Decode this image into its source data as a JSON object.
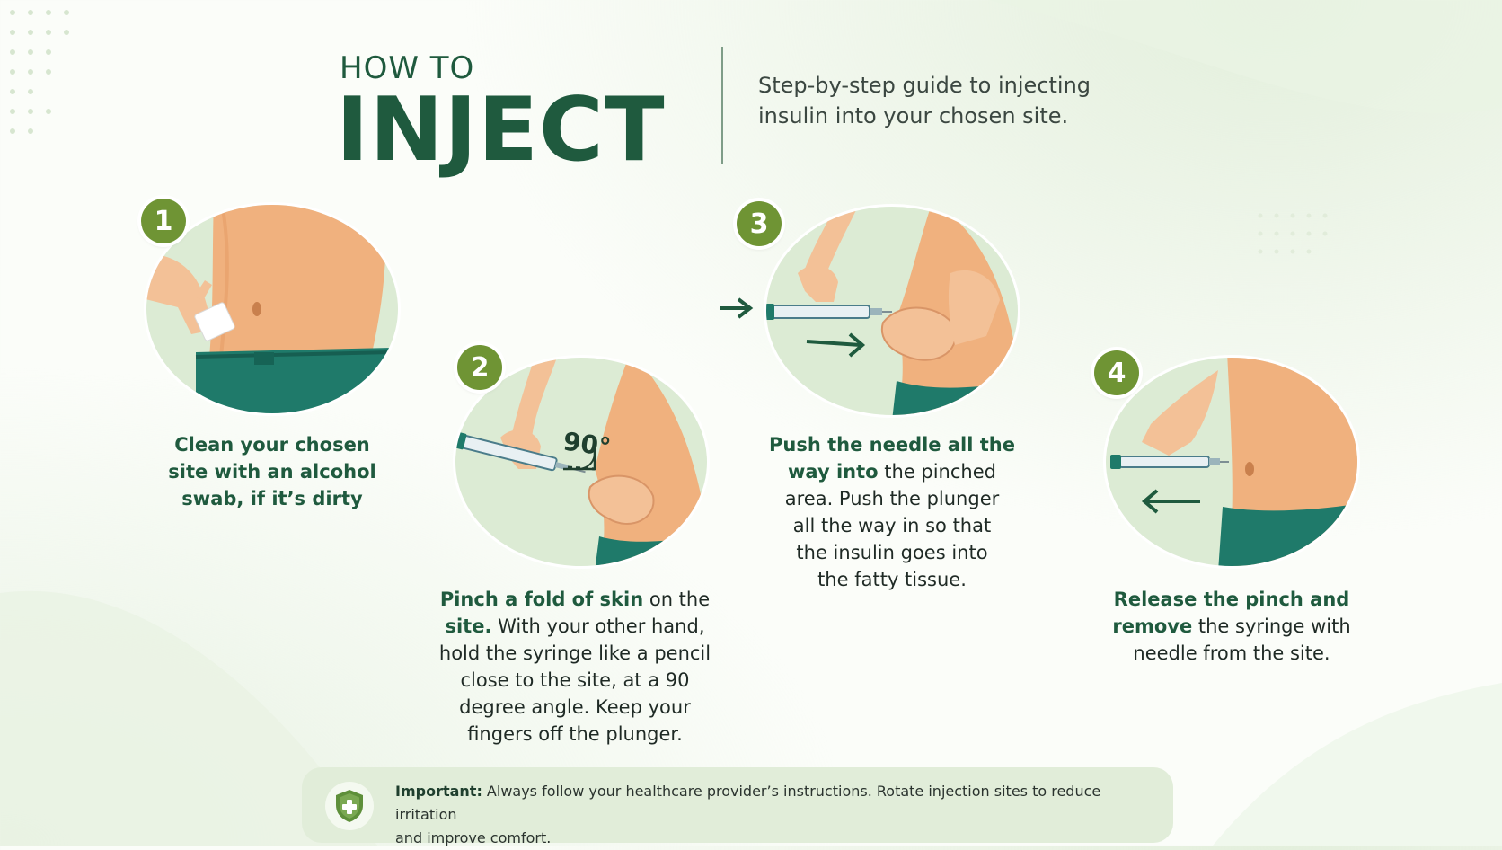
{
  "header": {
    "title_small": "HOW TO",
    "title_big": "INJECT",
    "subtitle_line1": "Step-by-step guide to injecting",
    "subtitle_line2": "insulin into your chosen site."
  },
  "steps": [
    {
      "number": "1",
      "bold1": "Clean your chosen",
      "bold2": "site with an alcohol",
      "bold3": "swab, if it’s dirty"
    },
    {
      "number": "2",
      "bold_a": "Pinch a fold of skin",
      "normal_a": " on the",
      "bold_b": "site.",
      "normal_b": " With your other hand,",
      "line3": "hold the syringe like a pencil",
      "line4": "close to the site, at a 90",
      "line5": "degree angle. Keep your",
      "line6": "fingers off the plunger.",
      "angle_label": "90°"
    },
    {
      "number": "3",
      "bold_a": "Push the needle all the",
      "bold_b": "way into",
      "normal_b": " the pinched",
      "line3": "area. Push the plunger",
      "line4": "all the way in so that",
      "line5": "the insulin goes into",
      "line6": "the fatty tissue."
    },
    {
      "number": "4",
      "bold_a": "Release the pinch and",
      "bold_b": "remove",
      "normal_b": " the syringe with",
      "line3": "needle from the site."
    }
  ],
  "important": {
    "label": "Important:",
    "line1": " Always follow your healthcare provider’s instructions. Rotate injection sites to reduce irritation",
    "line2": "and improve comfort.",
    "icon": "shield-plus-icon"
  },
  "colors": {
    "dark_green": "#1f5a3e",
    "badge_green": "#6f9434",
    "skin": "#f0b17e",
    "pants": "#1f7a6a",
    "note_bg": "#e1edd9"
  }
}
